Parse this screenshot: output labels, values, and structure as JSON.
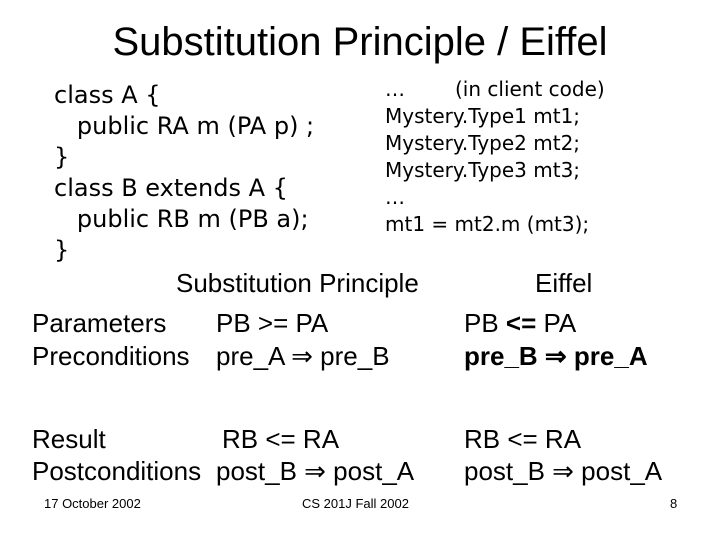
{
  "slide": {
    "title": "Substitution Principle / Eiffel",
    "code_lines": [
      "class A {",
      "   public RA m (PA p) ;",
      "}",
      "class B extends A {",
      "   public RB m (PB a);",
      "}"
    ],
    "client_code": {
      "line0_ellipsis": "…",
      "line0_comment": "(in client code)",
      "lines": [
        "Mystery.Type1 mt1;",
        "Mystery.Type2 mt2;",
        "Mystery.Type3 mt3;",
        "…",
        "mt1 = mt2.m (mt3);"
      ]
    },
    "headers": {
      "substitution": "Substitution Principle",
      "eiffel": "Eiffel"
    },
    "rows": {
      "parameters_label": "Parameters",
      "parameters_sp": "PB >= PA",
      "parameters_eiffel_pre": "PB ",
      "parameters_eiffel_op": "<=",
      "parameters_eiffel_post": " PA",
      "preconditions_label": "Preconditions",
      "preconditions_sp": "pre_A ⇒ pre_B",
      "preconditions_eiffel": "pre_B ⇒ pre_A",
      "result_label": "Result",
      "result_sp": "RB <= RA",
      "result_eiffel": "RB <= RA",
      "postconditions_label": "Postconditions",
      "postconditions_sp": "post_B ⇒ post_A",
      "postconditions_eiffel": "post_B ⇒ post_A"
    },
    "footer": {
      "date": "17 October 2002",
      "course": "CS 201J Fall 2002",
      "page": "8"
    }
  }
}
